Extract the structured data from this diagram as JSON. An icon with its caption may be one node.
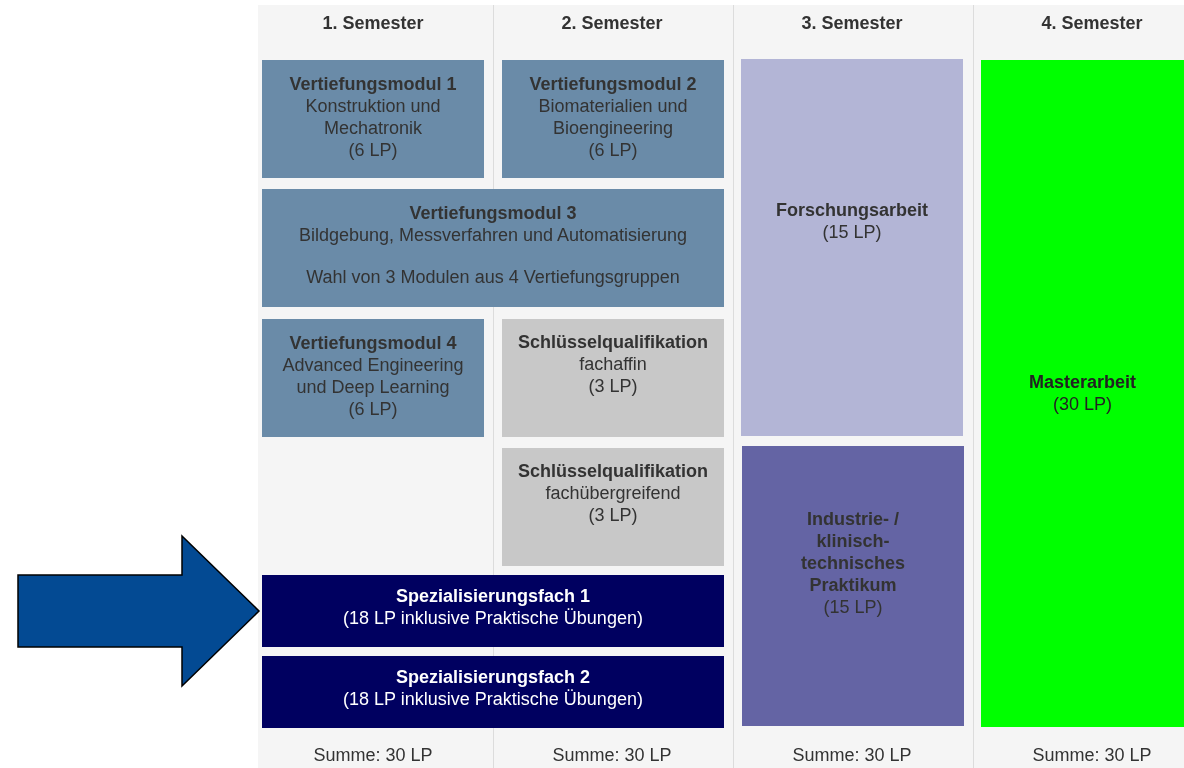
{
  "diagram": {
    "nodes": [
      {
        "text": [
          "Vertiefungsmodul 1",
          "Konstruktion und Mechatronik",
          "(6 LP)"
        ]
      },
      {
        "text": [
          "Vertiefungsmodul 2",
          "Biomaterialien und Bioengineering",
          "(6 LP)"
        ]
      },
      {
        "text": [
          "Forschungsarbeit",
          "(15 LP)"
        ]
      },
      {
        "text": [
          "Masterarbeit",
          "(30 LP)"
        ]
      },
      {
        "text": [
          "Vertiefungsmodul 3",
          "Bildgebung, Messverfahren und Automatisierung",
          "Wahl von 3 Modulen aus 4 Vertiefungsgruppen"
        ]
      },
      {
        "text": [
          "Vertiefungsmodul 4",
          "Advanced Engineering und Deep Learning",
          "(6 LP)"
        ]
      },
      {
        "text": [
          "Schlüsselqualifikation",
          "fachaffin",
          "(3 LP)"
        ]
      },
      {
        "text": [
          "Schlüsselqualifikation",
          "fachübergreifend",
          "(3 LP)"
        ]
      },
      {
        "text": [
          "Industrie- / klinisch-technisches Praktikum",
          "(15 LP)"
        ]
      },
      {
        "text": [
          "Spezialisierungsfach 1",
          "(18 LP inklusive Praktische Übungen)"
        ]
      },
      {
        "text": [
          "Spezialisierungsfach 2",
          "(18 LP inklusive Praktische Übungen)"
        ]
      }
    ],
    "edges": [
      {
        "from": null,
        "to": 9,
        "arrow": "to"
      }
    ],
    "labels": [
      "1. Semester",
      "2. Semester",
      "3. Semester",
      "4. Semester",
      "Summe: 30 LP",
      "Summe: 30 LP",
      "Summe: 30 LP",
      "Summe: 30 LP"
    ]
  }
}
